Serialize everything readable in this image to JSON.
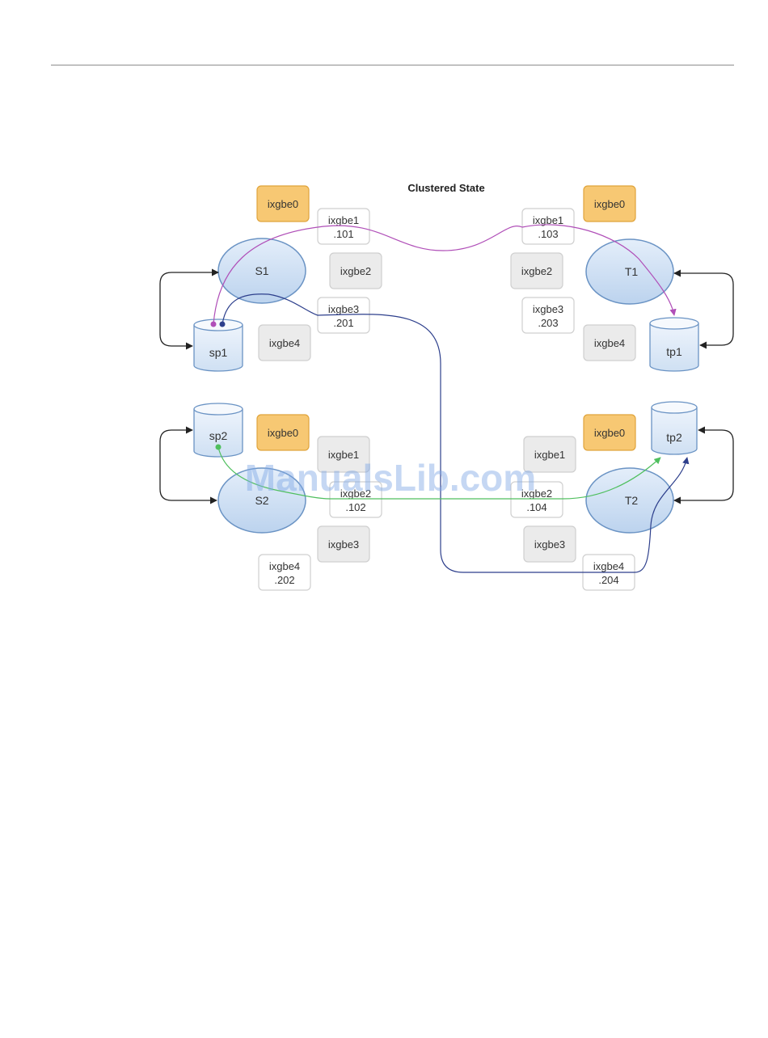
{
  "diagram": {
    "title": "Clustered State",
    "watermark": "ManualsLib.com",
    "colors": {
      "accent_active": "#f7c873",
      "accent_active_border": "#e0a43c",
      "idle_fill": "#ebebeb",
      "idle_border": "#cfcfcf",
      "node_fill": "#c9dcf0",
      "node_border": "#6a93c4",
      "link_magenta": "#b04fb8",
      "link_navy": "#2d3f8c",
      "link_green": "#4fbf5e"
    },
    "nodes": {
      "S1": "S1",
      "T1": "T1",
      "S2": "S2",
      "T2": "T2"
    },
    "pools": {
      "sp1": "sp1",
      "tp1": "tp1",
      "sp2": "sp2",
      "tp2": "tp2"
    },
    "interfaces": {
      "s1_ixgbe0": {
        "name": "ixgbe0",
        "addr": ""
      },
      "s1_ixgbe1": {
        "name": "ixgbe1",
        "addr": ".101"
      },
      "s1_ixgbe2": {
        "name": "ixgbe2",
        "addr": ""
      },
      "s1_ixgbe3": {
        "name": "ixgbe3",
        "addr": ".201"
      },
      "s1_ixgbe4": {
        "name": "ixgbe4",
        "addr": ""
      },
      "t1_ixgbe0": {
        "name": "ixgbe0",
        "addr": ""
      },
      "t1_ixgbe1": {
        "name": "ixgbe1",
        "addr": ".103"
      },
      "t1_ixgbe2": {
        "name": "ixgbe2",
        "addr": ""
      },
      "t1_ixgbe3": {
        "name": "ixgbe3",
        "addr": ".203"
      },
      "t1_ixgbe4": {
        "name": "ixgbe4",
        "addr": ""
      },
      "s2_ixgbe0": {
        "name": "ixgbe0",
        "addr": ""
      },
      "s2_ixgbe1": {
        "name": "ixgbe1",
        "addr": ""
      },
      "s2_ixgbe2": {
        "name": "ixgbe2",
        "addr": ".102"
      },
      "s2_ixgbe3": {
        "name": "ixgbe3",
        "addr": ""
      },
      "s2_ixgbe4": {
        "name": "ixgbe4",
        "addr": ".202"
      },
      "t2_ixgbe0": {
        "name": "ixgbe0",
        "addr": ""
      },
      "t2_ixgbe1": {
        "name": "ixgbe1",
        "addr": ""
      },
      "t2_ixgbe2": {
        "name": "ixgbe2",
        "addr": ".104"
      },
      "t2_ixgbe3": {
        "name": "ixgbe3",
        "addr": ""
      },
      "t2_ixgbe4": {
        "name": "ixgbe4",
        "addr": ".204"
      }
    }
  }
}
